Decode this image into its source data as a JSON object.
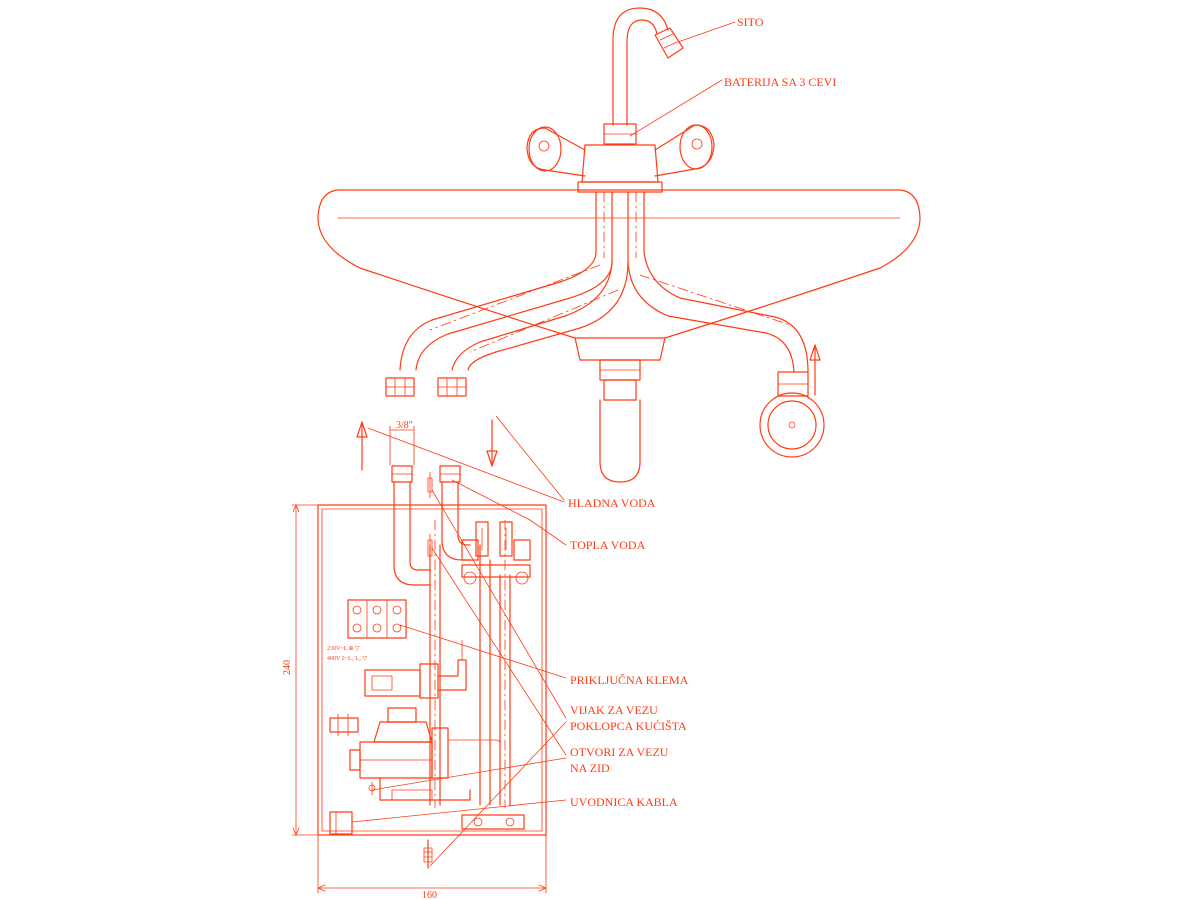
{
  "colors": {
    "line": "#ff3c14",
    "background": "#ffffff"
  },
  "labels": {
    "sito": "SITO",
    "baterija": "BATERIJA SA 3 CEVI",
    "hladna_voda": "HLADNA VODA",
    "topla_voda": "TOPLA VODA",
    "prikljucna_klema": "PRIKLJUČNA KLEMA",
    "vijak_line1": "VIJAK ZA VEZU",
    "vijak_line2": "POKLOPCA KUĆIŠTA",
    "otvori_line1": "OTVORI ZA VEZU",
    "otvori_line2": "NA ZID",
    "uvodnica_kabla": "UVODNICA KABLA"
  },
  "dimensions": {
    "height": "240",
    "width": "160",
    "pipe_size": "3/8\""
  },
  "terminal_text": {
    "row1": "230V~L  ⊕  ▽",
    "row2": "400V 2~L₁ L₂ ▽"
  }
}
